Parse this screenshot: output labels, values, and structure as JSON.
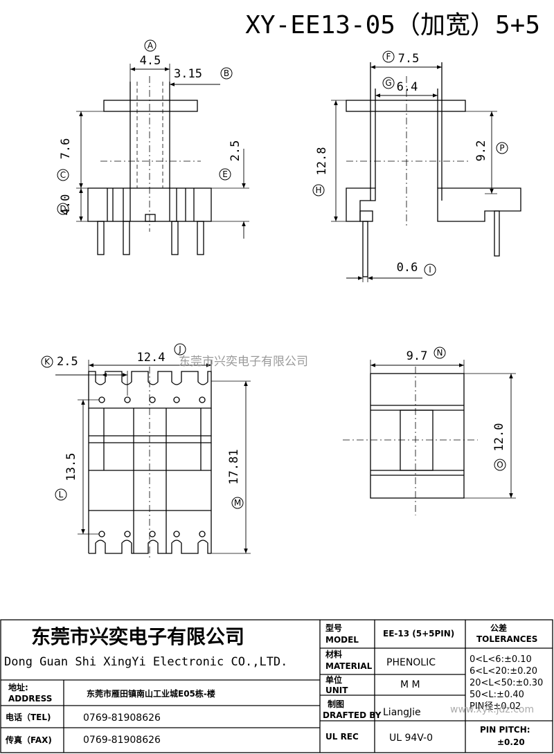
{
  "title": "XY-EE13-05（加宽）5+5",
  "dimensions": {
    "A": "4.5",
    "B": "3.15",
    "C": "7.6",
    "D": "4.0",
    "E": "2.5",
    "F": "7.5",
    "G": "6.4",
    "H": "12.8",
    "P": "9.2",
    "I": "0.6",
    "K": "2.5",
    "J": "12.4",
    "L": "13.5",
    "M": "17.81",
    "N": "9.7",
    "O": "12.0"
  },
  "labels": {
    "A": "A",
    "B": "B",
    "C": "C",
    "D": "D",
    "E": "E",
    "F": "F",
    "G": "G",
    "H": "H",
    "P": "P",
    "I": "I",
    "K": "K",
    "J": "J",
    "L": "L",
    "M": "M",
    "N": "N",
    "O": "O"
  },
  "watermark": "东莞市兴奕电子有限公司",
  "watermark_url": "www.xyk.jdz.com",
  "title_block": {
    "company_cn": "东莞市兴奕电子有限公司",
    "company_en": "Dong Guan Shi XingYi Electronic CO.,LTD.",
    "address_label_cn": "地址:",
    "address_label_en": "ADDRESS",
    "address_value": "东莞市雁田镇南山工业城E05栋-楼",
    "tel_label": "电话（TEL)",
    "tel_value": "0769-81908626",
    "fax_label": "传真（FAX)",
    "fax_value": "0769-81908626",
    "model_label_cn": "型号",
    "model_label_en": "MODEL",
    "model_value": "EE-13 (5+5PIN)",
    "material_label_cn": "材料",
    "material_label_en": "MATERIAL",
    "material_value": "PHENOLIC",
    "unit_label_cn": "单位",
    "unit_label_en": "UNIT",
    "unit_value": "M M",
    "drafted_label_cn": "制图",
    "drafted_label_en": "DRAFTED BY",
    "drafted_value": "LiangJie",
    "ulrec_label": "UL REC",
    "ulrec_value": "UL 94V-0",
    "tolerance_label_cn": "公差",
    "tolerance_label_en": "TOLERANCES",
    "tolerances": [
      "0<L<6:±0.10",
      "6<L<20:±0.20",
      "20<L<50:±0.30",
      "50<L:±0.40",
      "PIN径±0.02"
    ],
    "pin_pitch_label": "PIN PITCH:",
    "pin_pitch_value": "±0.20"
  },
  "colors": {
    "line": "#000000",
    "watermark": "#9a9a9a"
  }
}
